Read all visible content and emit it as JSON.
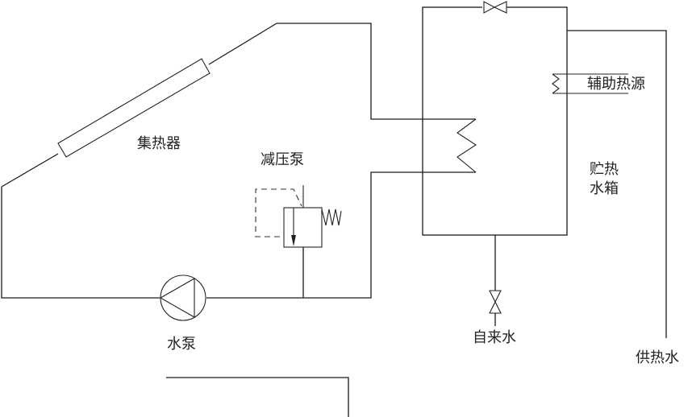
{
  "diagram": {
    "title": "太阳能热水系统原理图",
    "labels": {
      "collector": "集热器",
      "pressure_reducing_pump": "减压泵",
      "water_pump": "水泵",
      "storage_tank_line1": "贮热",
      "storage_tank_line2": "水箱",
      "auxiliary_heat": "辅助热源",
      "tap_water": "自来水",
      "hot_water_supply": "供热水"
    },
    "components": [
      {
        "id": "collector",
        "type": "solar-collector",
        "label_key": "collector"
      },
      {
        "id": "prv",
        "type": "pressure-reducing-valve",
        "label_key": "pressure_reducing_pump"
      },
      {
        "id": "pump",
        "type": "circulating-pump",
        "label_key": "water_pump"
      },
      {
        "id": "tank",
        "type": "storage-tank",
        "label_key": "storage_tank"
      },
      {
        "id": "coil",
        "type": "heat-exchanger-coil"
      },
      {
        "id": "aux",
        "type": "auxiliary-heater",
        "label_key": "auxiliary_heat"
      },
      {
        "id": "top-valve",
        "type": "gate-valve"
      },
      {
        "id": "inlet-valve",
        "type": "gate-valve",
        "label_key": "tap_water"
      }
    ],
    "colors": {
      "line": "#1a1a1a",
      "background": "#ffffff",
      "text": "#222222"
    }
  }
}
